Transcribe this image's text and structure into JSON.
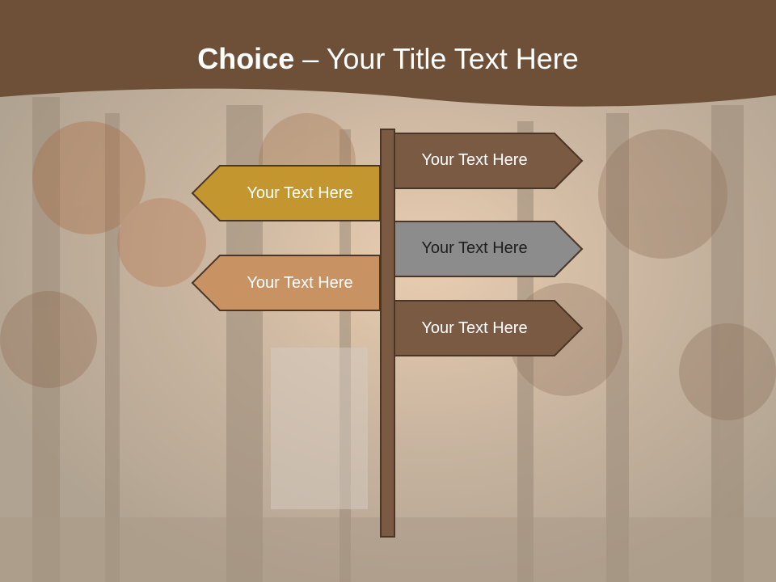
{
  "title": {
    "bold": "Choice",
    "rest": " – Your Title Text Here"
  },
  "signs": [
    {
      "label": "Your Text Here",
      "direction": "right",
      "color": "#7a5a43"
    },
    {
      "label": "Your Text Here",
      "direction": "left",
      "color": "#c4962f"
    },
    {
      "label": "Your Text Here",
      "direction": "right",
      "color": "#8c8c8c"
    },
    {
      "label": "Your Text Here",
      "direction": "left",
      "color": "#c99263"
    },
    {
      "label": "Your Text Here",
      "direction": "right",
      "color": "#7a5a43"
    }
  ],
  "colors": {
    "header": "#6e5038",
    "post": "#7a5a43",
    "background": "#bcaf9e"
  }
}
